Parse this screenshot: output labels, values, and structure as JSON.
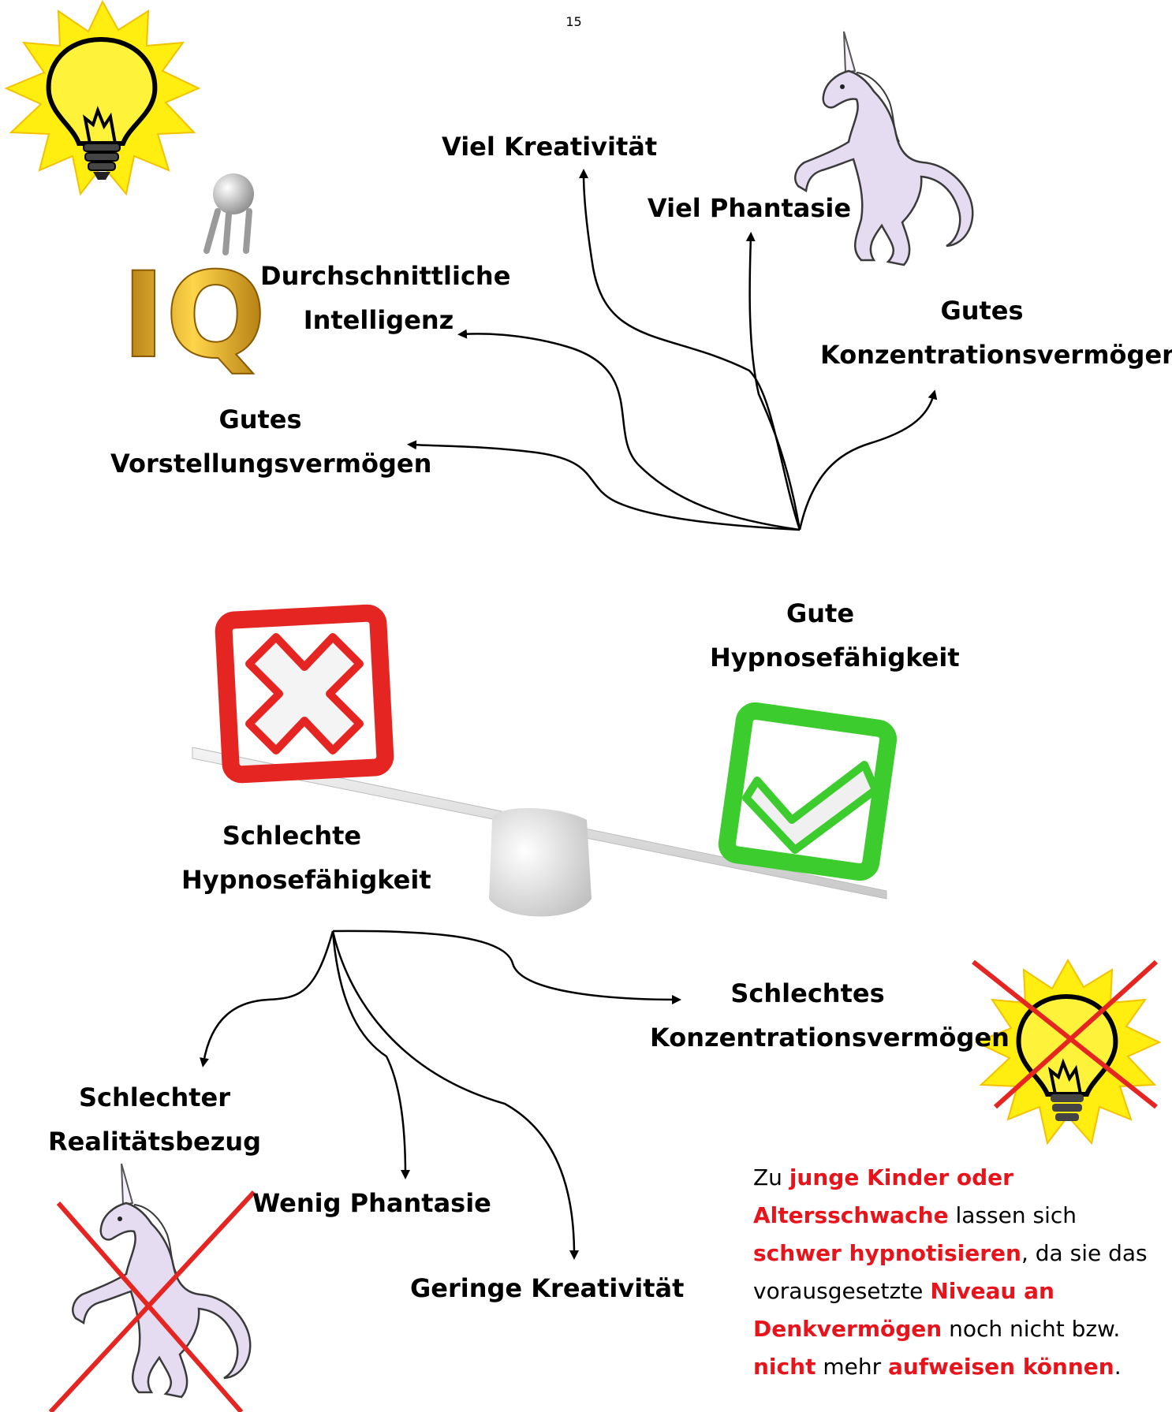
{
  "page_number": "15",
  "upper_attributes": {
    "kreativitaet": "Viel Kreativität",
    "phantasie": "Viel Phantasie",
    "intelligenz": [
      "Durchschnittliche",
      "Intelligenz"
    ],
    "konzentration": [
      "Gutes",
      "Konzentrationsvermögen"
    ],
    "vorstellung": [
      "Gutes",
      "Vorstellungsvermögen"
    ]
  },
  "balance": {
    "good": [
      "Gute",
      "Hypnosefähigkeit"
    ],
    "bad": [
      "Schlechte",
      "Hypnosefähigkeit"
    ]
  },
  "lower_attributes": {
    "konzentration": [
      "Schlechtes",
      "Konzentrationsvermögen"
    ],
    "realitaet": [
      "Schlechter",
      "Realitätsbezug"
    ],
    "phantasie": "Wenig Phantasie",
    "kreativitaet": "Geringe Kreativität"
  },
  "iq_logo": "IQ",
  "note": {
    "parts": [
      {
        "text": "Zu ",
        "hl": false
      },
      {
        "text": "junge Kinder oder Altersschwache",
        "hl": true
      },
      {
        "text": " lassen sich ",
        "hl": false
      },
      {
        "text": "schwer hypnotisieren",
        "hl": true
      },
      {
        "text": ", da sie das vorausgesetzte ",
        "hl": false
      },
      {
        "text": "Niveau an Denkvermögen",
        "hl": true
      },
      {
        "text": " noch nicht bzw. ",
        "hl": false
      },
      {
        "text": "nicht",
        "hl": true
      },
      {
        "text": " mehr ",
        "hl": false
      },
      {
        "text": "aufweisen können",
        "hl": true
      },
      {
        "text": ".",
        "hl": false
      }
    ]
  },
  "colors": {
    "highlight": "#e8141c",
    "cross": "#e52521",
    "check": "#3dcc2e",
    "bulb": "#ffee10",
    "unicorn": "#e6dcf2"
  }
}
